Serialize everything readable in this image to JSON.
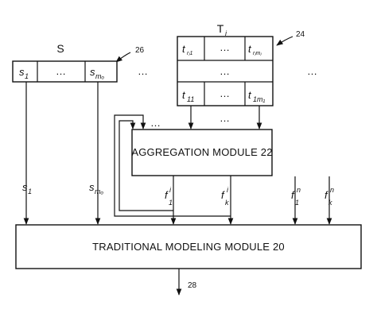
{
  "set_s": {
    "title": "S",
    "ref": "26",
    "cells": [
      "s",
      "…",
      "s"
    ],
    "cell_subs": [
      "1",
      "",
      "mₒ"
    ],
    "ellipsis_right": "…"
  },
  "set_t": {
    "title": "T",
    "title_sub": "i",
    "ref": "24",
    "top_row": [
      "t",
      "…",
      "t"
    ],
    "top_subs": [
      "rⱼ1",
      "",
      "rⱼmⱼ"
    ],
    "middle": "…",
    "bottom_row": [
      "t",
      "…",
      "t"
    ],
    "bottom_subs": [
      "11",
      "",
      "1m₁"
    ],
    "ellipsis_right": "…"
  },
  "aggregation": {
    "label": "AGGREGATION MODULE 22",
    "input_dots": "…",
    "mid_dots": "…"
  },
  "features": {
    "f1i": {
      "base": "f",
      "sup": "i",
      "sub": "1"
    },
    "fki": {
      "base": "f",
      "sup": "i",
      "sub": "k"
    },
    "f1n": {
      "base": "f",
      "sup": "n",
      "sub": "1"
    },
    "fkn": {
      "base": "f",
      "sup": "n",
      "sub": "k"
    }
  },
  "signals": {
    "s1": {
      "base": "s",
      "sub": "1"
    },
    "smo": {
      "base": "s",
      "sub": "mₒ"
    }
  },
  "traditional": {
    "label": "TRADITIONAL MODELING MODULE 20",
    "output_ref": "28"
  }
}
